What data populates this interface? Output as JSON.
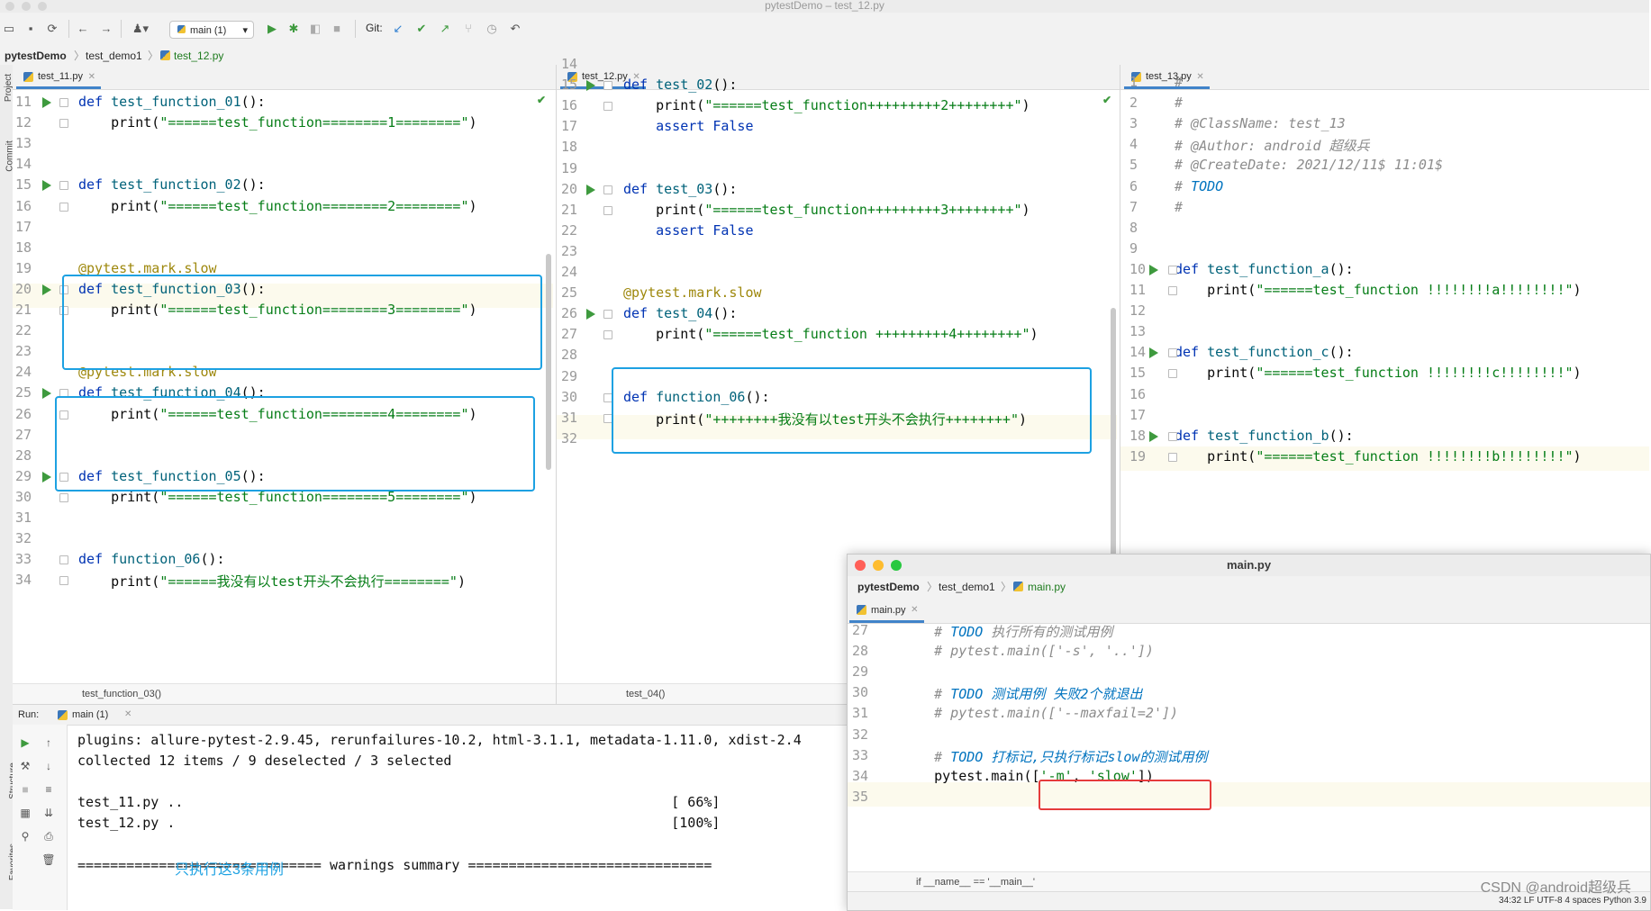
{
  "window": {
    "title": "pytestDemo – test_12.py"
  },
  "toolbar": {
    "run_config": "main (1)",
    "git_label": "Git:"
  },
  "navbar": {
    "items": [
      "pytestDemo",
      "test_demo1",
      "test_12.py"
    ]
  },
  "side_labels": {
    "project": "Project",
    "commit": "Commit",
    "structure": "Structure",
    "favorites": "Favorites"
  },
  "pane1": {
    "tab": "test_11.py",
    "breadcrumb": "test_function_03()",
    "lines": [
      {
        "n": "11",
        "code": [
          [
            "kw",
            "def "
          ],
          [
            "fn",
            "test_function_01"
          ],
          [
            "",
            "():"
          ]
        ]
      },
      {
        "n": "12",
        "code": [
          [
            "",
            "    print("
          ],
          [
            "st",
            "\"======test_function========1========\""
          ],
          [
            "",
            ")"
          ]
        ]
      },
      {
        "n": "13",
        "code": []
      },
      {
        "n": "14",
        "code": []
      },
      {
        "n": "15",
        "code": [
          [
            "kw",
            "def "
          ],
          [
            "fn",
            "test_function_02"
          ],
          [
            "",
            "():"
          ]
        ]
      },
      {
        "n": "16",
        "code": [
          [
            "",
            "    print("
          ],
          [
            "st",
            "\"======test_function========2========\""
          ],
          [
            "",
            ")"
          ]
        ]
      },
      {
        "n": "17",
        "code": []
      },
      {
        "n": "18",
        "code": []
      },
      {
        "n": "19",
        "code": [
          [
            "dec",
            "@pytest.mark.slow"
          ]
        ]
      },
      {
        "n": "20",
        "code": [
          [
            "kw",
            "def "
          ],
          [
            "fn",
            "test_function_03"
          ],
          [
            "",
            "():"
          ]
        ]
      },
      {
        "n": "21",
        "code": [
          [
            "",
            "    print("
          ],
          [
            "st",
            "\"======test_function========3========\""
          ],
          [
            "",
            ")"
          ]
        ]
      },
      {
        "n": "22",
        "code": []
      },
      {
        "n": "23",
        "code": []
      },
      {
        "n": "24",
        "code": [
          [
            "dec",
            "@pytest.mark.slow"
          ]
        ]
      },
      {
        "n": "25",
        "code": [
          [
            "kw",
            "def "
          ],
          [
            "fn",
            "test_function_04"
          ],
          [
            "",
            "():"
          ]
        ]
      },
      {
        "n": "26",
        "code": [
          [
            "",
            "    print("
          ],
          [
            "st",
            "\"======test_function========4========\""
          ],
          [
            "",
            ")"
          ]
        ]
      },
      {
        "n": "27",
        "code": []
      },
      {
        "n": "28",
        "code": []
      },
      {
        "n": "29",
        "code": [
          [
            "kw",
            "def "
          ],
          [
            "fn",
            "test_function_05"
          ],
          [
            "",
            "():"
          ]
        ]
      },
      {
        "n": "30",
        "code": [
          [
            "",
            "    print("
          ],
          [
            "st",
            "\"======test_function========5========\""
          ],
          [
            "",
            ")"
          ]
        ]
      },
      {
        "n": "31",
        "code": []
      },
      {
        "n": "32",
        "code": []
      },
      {
        "n": "33",
        "code": [
          [
            "kw",
            "def "
          ],
          [
            "fn",
            "function_06"
          ],
          [
            "",
            "():"
          ]
        ]
      },
      {
        "n": "34",
        "code": [
          [
            "",
            "    print("
          ],
          [
            "st",
            "\"======我没有以test开头不会执行========\""
          ],
          [
            "",
            ")"
          ]
        ]
      }
    ]
  },
  "pane2": {
    "tab": "test_12.py",
    "breadcrumb": "test_04()",
    "lines": [
      {
        "n": "14",
        "code": []
      },
      {
        "n": "15",
        "code": [
          [
            "kw",
            "def "
          ],
          [
            "fn",
            "test_02"
          ],
          [
            "",
            "():"
          ]
        ]
      },
      {
        "n": "16",
        "code": [
          [
            "",
            "    print("
          ],
          [
            "st",
            "\"======test_function+++++++++2++++++++\""
          ],
          [
            "",
            ")"
          ]
        ]
      },
      {
        "n": "17",
        "code": [
          [
            "kw",
            "    assert False"
          ]
        ]
      },
      {
        "n": "18",
        "code": []
      },
      {
        "n": "19",
        "code": []
      },
      {
        "n": "20",
        "code": [
          [
            "kw",
            "def "
          ],
          [
            "fn",
            "test_03"
          ],
          [
            "",
            "():"
          ]
        ]
      },
      {
        "n": "21",
        "code": [
          [
            "",
            "    print("
          ],
          [
            "st",
            "\"======test_function+++++++++3++++++++\""
          ],
          [
            "",
            ")"
          ]
        ]
      },
      {
        "n": "22",
        "code": [
          [
            "kw",
            "    assert False"
          ]
        ]
      },
      {
        "n": "23",
        "code": []
      },
      {
        "n": "24",
        "code": []
      },
      {
        "n": "25",
        "code": [
          [
            "dec",
            "@pytest.mark.slow"
          ]
        ]
      },
      {
        "n": "26",
        "code": [
          [
            "kw",
            "def "
          ],
          [
            "fn",
            "test_04"
          ],
          [
            "",
            "():"
          ]
        ]
      },
      {
        "n": "27",
        "code": [
          [
            "",
            "    print("
          ],
          [
            "st",
            "\"======test_function +++++++++4++++++++\""
          ],
          [
            "",
            ")"
          ]
        ]
      },
      {
        "n": "28",
        "code": []
      },
      {
        "n": "29",
        "code": []
      },
      {
        "n": "30",
        "code": [
          [
            "kw",
            "def "
          ],
          [
            "fn",
            "function_06"
          ],
          [
            "",
            "():"
          ]
        ]
      },
      {
        "n": "31",
        "code": [
          [
            "",
            "    print("
          ],
          [
            "st",
            "\"++++++++我没有以test开头不会执行++++++++\""
          ],
          [
            "",
            ")"
          ]
        ]
      },
      {
        "n": "32",
        "code": []
      }
    ]
  },
  "pane3": {
    "tab": "test_13.py",
    "lines": [
      {
        "n": "1",
        "code": [
          [
            "cm",
            "#"
          ]
        ]
      },
      {
        "n": "2",
        "code": [
          [
            "cm",
            "#"
          ]
        ]
      },
      {
        "n": "3",
        "code": [
          [
            "cm",
            "# @ClassName: test_13"
          ]
        ]
      },
      {
        "n": "4",
        "code": [
          [
            "cm",
            "# @Author: android 超级兵"
          ]
        ]
      },
      {
        "n": "5",
        "code": [
          [
            "cm",
            "# @CreateDate: 2021/12/11$ 11:01$"
          ]
        ]
      },
      {
        "n": "6",
        "code": [
          [
            "cm",
            "# "
          ],
          [
            "todo",
            "TODO"
          ]
        ]
      },
      {
        "n": "7",
        "code": [
          [
            "cm",
            "#"
          ]
        ]
      },
      {
        "n": "8",
        "code": []
      },
      {
        "n": "9",
        "code": []
      },
      {
        "n": "10",
        "code": [
          [
            "kw",
            "def "
          ],
          [
            "fn",
            "test_function_a"
          ],
          [
            "",
            "():"
          ]
        ]
      },
      {
        "n": "11",
        "code": [
          [
            "",
            "    print("
          ],
          [
            "st",
            "\"======test_function !!!!!!!!a!!!!!!!!\""
          ],
          [
            "",
            ")"
          ]
        ]
      },
      {
        "n": "12",
        "code": []
      },
      {
        "n": "13",
        "code": []
      },
      {
        "n": "14",
        "code": [
          [
            "kw",
            "def "
          ],
          [
            "fn",
            "test_function_c"
          ],
          [
            "",
            "():"
          ]
        ]
      },
      {
        "n": "15",
        "code": [
          [
            "",
            "    print("
          ],
          [
            "st",
            "\"======test_function !!!!!!!!c!!!!!!!!\""
          ],
          [
            "",
            ")"
          ]
        ]
      },
      {
        "n": "16",
        "code": []
      },
      {
        "n": "17",
        "code": []
      },
      {
        "n": "18",
        "code": [
          [
            "kw",
            "def "
          ],
          [
            "fn",
            "test_function_b"
          ],
          [
            "",
            "():"
          ]
        ]
      },
      {
        "n": "19",
        "code": [
          [
            "",
            "    print("
          ],
          [
            "st",
            "\"======test_function !!!!!!!!b!!!!!!!!\""
          ],
          [
            "",
            ")"
          ]
        ]
      }
    ]
  },
  "run": {
    "label": "Run:",
    "tab": "main (1)",
    "output": [
      "plugins: allure-pytest-2.9.45, rerunfailures-10.2, html-3.1.1, metadata-1.11.0, xdist-2.4",
      "collected 12 items / 9 deselected / 3 selected",
      "",
      "test_11.py ..                                                            [ 66%]",
      "test_12.py .                                                             [100%]",
      "",
      "============================== warnings summary =============================="
    ],
    "annotation": "只执行这3条用例"
  },
  "floating": {
    "title": "main.py",
    "nav": [
      "pytestDemo",
      "test_demo1",
      "main.py"
    ],
    "tab": "main.py",
    "lines": [
      {
        "n": "27",
        "code": [
          [
            "cm",
            "    # "
          ],
          [
            "todo",
            "TODO"
          ],
          [
            "cm",
            " 执行所有的测试用例"
          ]
        ]
      },
      {
        "n": "28",
        "code": [
          [
            "cm",
            "    # pytest.main(['-s', '..'])"
          ]
        ]
      },
      {
        "n": "29",
        "code": []
      },
      {
        "n": "30",
        "code": [
          [
            "cm",
            "    # "
          ],
          [
            "todo",
            "TODO 测试用例 失败2个就退出"
          ]
        ]
      },
      {
        "n": "31",
        "code": [
          [
            "cm",
            "    # pytest.main(['--maxfail=2'])"
          ]
        ]
      },
      {
        "n": "32",
        "code": []
      },
      {
        "n": "33",
        "code": [
          [
            "cm",
            "    # "
          ],
          [
            "todo",
            "TODO 打标记,只执行标记slow的测试用例"
          ]
        ]
      },
      {
        "n": "34",
        "code": [
          [
            "",
            "    pytest.main(["
          ],
          [
            "st",
            "'-m'"
          ],
          [
            "",
            ", "
          ],
          [
            "st",
            "'slow'"
          ],
          [
            "",
            "])"
          ]
        ]
      },
      {
        "n": "35",
        "code": []
      }
    ],
    "breadcrumb": "if __name__ == '__main__'",
    "status": "34:32   LF   UTF-8   4 spaces   Python 3.9"
  },
  "watermark": "CSDN @android超级兵"
}
